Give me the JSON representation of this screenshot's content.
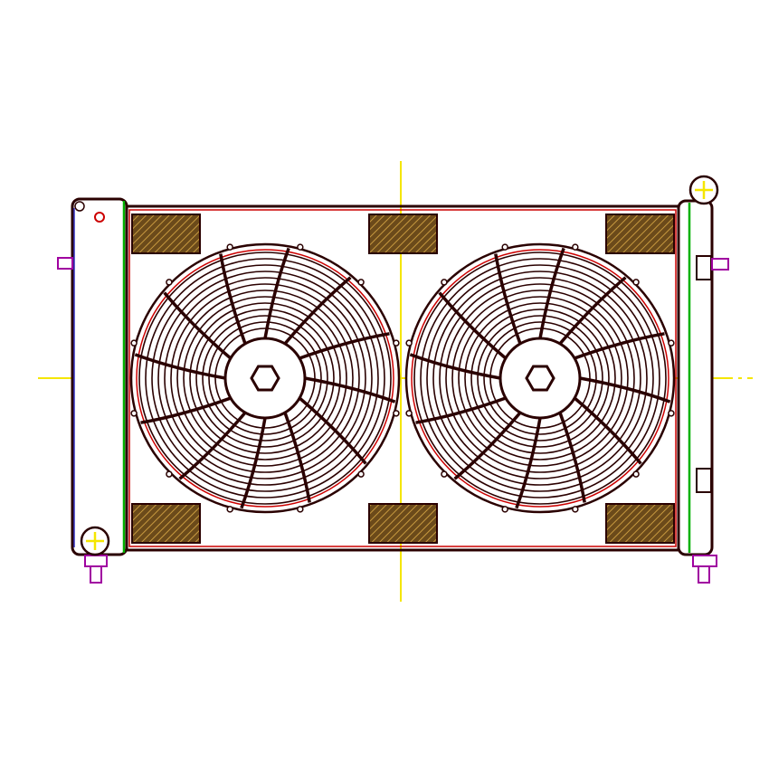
{
  "drawing": {
    "subject": "radiator-with-dual-fans",
    "fan_count": 2,
    "pad_count": 6,
    "colors": {
      "outline": "#2a0000",
      "red_line": "#cc0000",
      "centerline": "#f5e600",
      "tank_accent": "#00b000",
      "fitting": "#a000a0",
      "pad_fill": "#6b4a1a",
      "pad_hatch": "#c89a40",
      "background": "#ffffff"
    }
  }
}
